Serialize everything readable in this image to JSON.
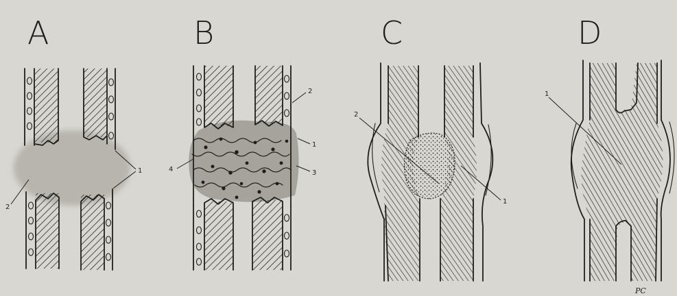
{
  "panels": {
    "a": {
      "letter": "A",
      "labels": {
        "l1": "1",
        "l2": "2"
      }
    },
    "b": {
      "letter": "B",
      "labels": {
        "l2": "2",
        "l1": "1",
        "l4": "4",
        "l3": "3"
      }
    },
    "c": {
      "letter": "C",
      "labels": {
        "l2": "2",
        "l1": "1"
      }
    },
    "d": {
      "letter": "D",
      "labels": {
        "l1": "1"
      }
    }
  },
  "signature": "PC",
  "colors": {
    "paper": "#d9d7d1",
    "ink": "#1e1e1c",
    "hematoma": "#b7b5ae",
    "callus": "#9c9a93"
  }
}
